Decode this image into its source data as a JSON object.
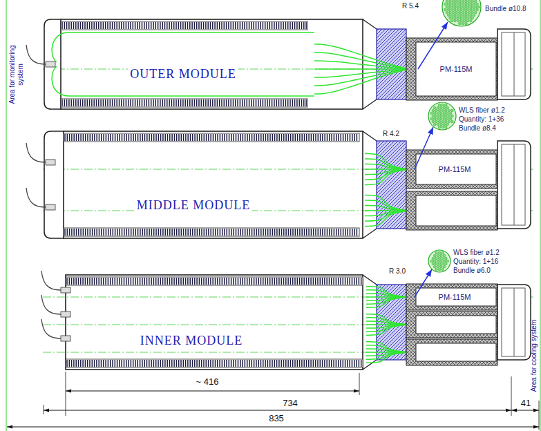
{
  "diagram": {
    "nodes": [
      {
        "text": [
          "OUTER MODULE"
        ]
      },
      {
        "text": [
          "MIDDLE MODULE"
        ]
      },
      {
        "text": [
          "INNER MODULE"
        ]
      }
    ],
    "labels": [
      "R 5.4",
      "Bundle ø10.8",
      "PM-115M",
      "WLS fiber ø1.2",
      "Quantity: 1+36",
      "Bundle ø8.4",
      "R 4.2",
      "PM-115M",
      "WLS fiber ø1.2",
      "Quantity: 1+16",
      "Bundle ø6.0",
      "R 3.0",
      "PM-115M",
      "Area for monitoring system",
      "Area for cooling system",
      "~ 416",
      "734",
      "41",
      "835"
    ]
  }
}
